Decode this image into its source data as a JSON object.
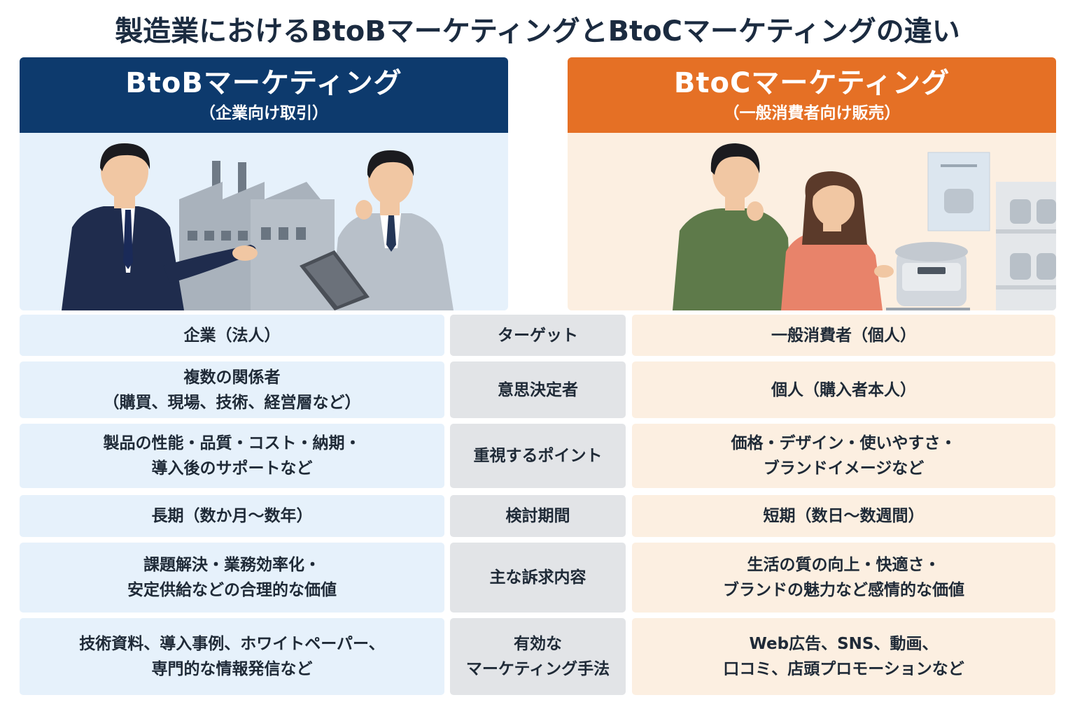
{
  "title": "製造業におけるBtoBマーケティングとBtoCマーケティングの違い",
  "btob": {
    "title": "BtoBマーケティング",
    "subtitle": "（企業向け取引）",
    "color": "#0d3a6d"
  },
  "btoc": {
    "title": "BtoCマーケティング",
    "subtitle": "（一般消費者向け販売）",
    "color": "#e57025"
  },
  "rows": [
    {
      "label": "ターゲット",
      "btob": "企業（法人）",
      "btoc": "一般消費者（個人）"
    },
    {
      "label": "意思決定者",
      "btob": "複数の関係者\n（購買、現場、技術、経営層など）",
      "btoc": "個人（購入者本人）"
    },
    {
      "label": "重視するポイント",
      "btob": "製品の性能・品質・コスト・納期・\n導入後のサポートなど",
      "btoc": "価格・デザイン・使いやすさ・\nブランドイメージなど"
    },
    {
      "label": "検討期間",
      "btob": "長期（数か月〜数年）",
      "btoc": "短期（数日〜数週間）"
    },
    {
      "label": "主な訴求内容",
      "btob": "課題解決・業務効率化・\n安定供給などの合理的な価値",
      "btoc": "生活の質の向上・快適さ・\nブランドの魅力など感情的な価値"
    },
    {
      "label": "有効な\nマーケティング手法",
      "btob": "技術資料、導入事例、ホワイトペーパー、\n専門的な情報発信など",
      "btoc": "Web広告、SNS、動画、\n口コミ、店頭プロモーションなど"
    }
  ]
}
